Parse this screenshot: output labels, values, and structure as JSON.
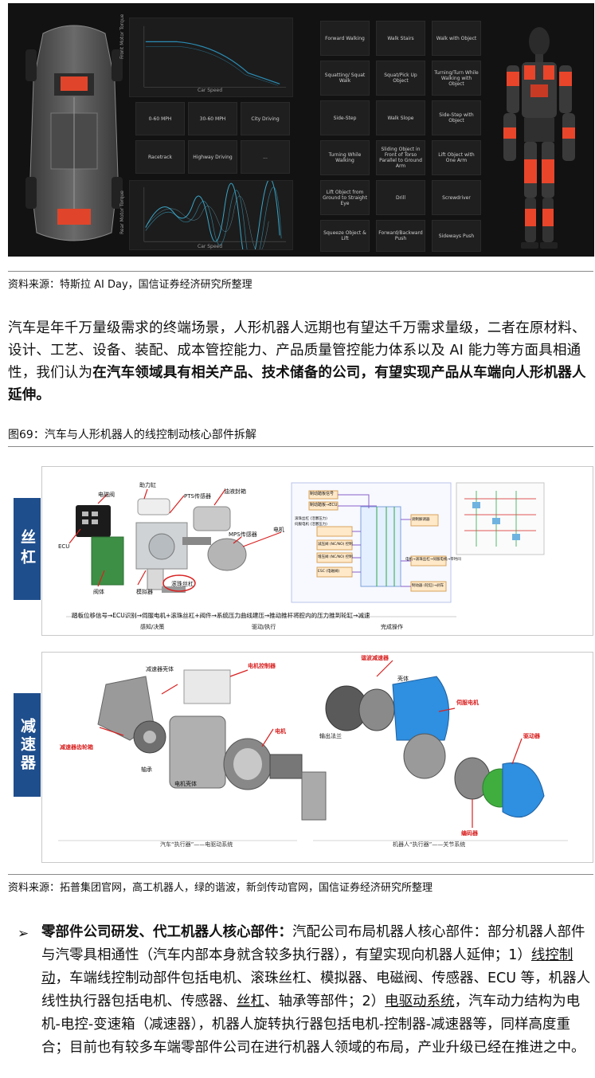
{
  "figure1": {
    "chart_top": {
      "ylabel": "Front Motor Torque",
      "xlabel": "Car Speed"
    },
    "chart_bottom": {
      "ylabel": "Rear Motor Torque",
      "xlabel": "Car Speed"
    },
    "car_tiles": [
      "0-60 MPH",
      "30-60 MPH",
      "City Driving",
      "Racetrack",
      "Highway Driving",
      "..."
    ],
    "robot_tiles": [
      "Forward Walking",
      "Walk Stairs",
      "Walk with Object",
      "Squatting/ Squat Walk",
      "Squat/Pick Up Object",
      "Turning/Turn While Walking with Object",
      "Side-Step",
      "Walk Slope",
      "Side-Step with Object",
      "Turning While Walking",
      "Sliding Object in Front of Torso Parallel to Ground Arm",
      "Lift Object with One Arm",
      "Lift Object from Ground to Straight Eye",
      "Drill",
      "Screwdriver",
      "Squeeze Object & Lift",
      "Forward/Backward Push",
      "Sideways Push"
    ],
    "source": "资料来源：特斯拉 AI Day，国信证券经济研究所整理"
  },
  "paragraph": {
    "normal": "汽车是年千万量级需求的终端场景，人形机器人远期也有望达千万需求量级，二者在原材料、设计、工艺、设备、装配、成本管控能力、产品质量管控能力体系以及 AI 能力等方面具相通性，我们认为",
    "bold": "在汽车领域具有相关产品、技术储备的公司，有望实现产品从车端向人形机器人延伸。"
  },
  "figure69": {
    "title": "图69：汽车与人形机器人的线控制动核心部件拆解",
    "top_tag": "丝杠",
    "bottom_tag": "减速器",
    "top_labels": {
      "ecu_cover": "电磁阀",
      "booster": "助力缸",
      "pts": "PTS传感器",
      "reservoir": "油液封箱",
      "mps": "MPS传感器",
      "motor": "电机",
      "ecu": "ECU",
      "valve_body": "阀体",
      "pedal_sim": "模拟器",
      "ball_screw": "滚珠丝杠"
    },
    "flow": "踏板位移信号→ECU识别→伺服电机+滚珠丝杠+阀件→系统压力曲线建压→推动推杆将腔内的压力推到轮缸→减速",
    "stages": [
      "感知/决策",
      "驱动/执行",
      "完成操作"
    ],
    "schematic": {
      "items": [
        "制动踏板信号",
        "制动踏板→ECU",
        "滚珠丝杠 (活塞压力)",
        "伺服电机 (活塞压力)",
        "电机→滚珠丝杠→伺服电机→带时间",
        "减压阀 (NC/NO) 控制",
        "增压阀 (NC/NO) 控制",
        "ESC (电磁阀)",
        "制动器 (轮缸)→刹车",
        "调制解调器"
      ]
    },
    "bottom_labels": {
      "reducer_housing": "减速器壳体",
      "motor_controller": "电机控制器",
      "reducer_gear": "减速器齿轮箱",
      "bearing": "轴承",
      "motor_housing": "电机壳体",
      "motor": "电机",
      "harmonic": "谐波减速器",
      "shell": "壳体",
      "servo_motor": "伺服电机",
      "output_flange": "输出法兰",
      "driver": "驱动器",
      "encoder": "编码器"
    },
    "bottom_captions": [
      "汽车“执行器”——电驱动系统",
      "机器人“执行器”——关节系统"
    ],
    "source": "资料来源：拓普集团官网，高工机器人，绿的谐波，新剑传动官网，国信证券经济研究所整理"
  },
  "bullet": {
    "marker": "➢",
    "lead": "零部件公司研发、代工机器人核心部件：",
    "p1": "汽配公司布局机器人核心部件：部分机器人部件与汽零具相通性（汽车内部本身就含较多执行器），有望实现向机器人延伸；1）",
    "link1": "线控制动",
    "p2": "，车端线控制动部件包括电机、滚珠丝杠、模拟器、电磁阀、传感器、ECU 等，机器人线性执行器包括电机、传感器、",
    "link2": "丝杠",
    "p3": "、轴承等部件；2）",
    "link3": "电驱动系统",
    "p4": "，汽车动力结构为电机-电控-变速箱（减速器），机器人旋转执行器包括电机-控制器-减速器等，同样高度重合；目前也有较多车端零部件公司在进行机器人领域的布局，产业升级已经在推进之中。"
  }
}
